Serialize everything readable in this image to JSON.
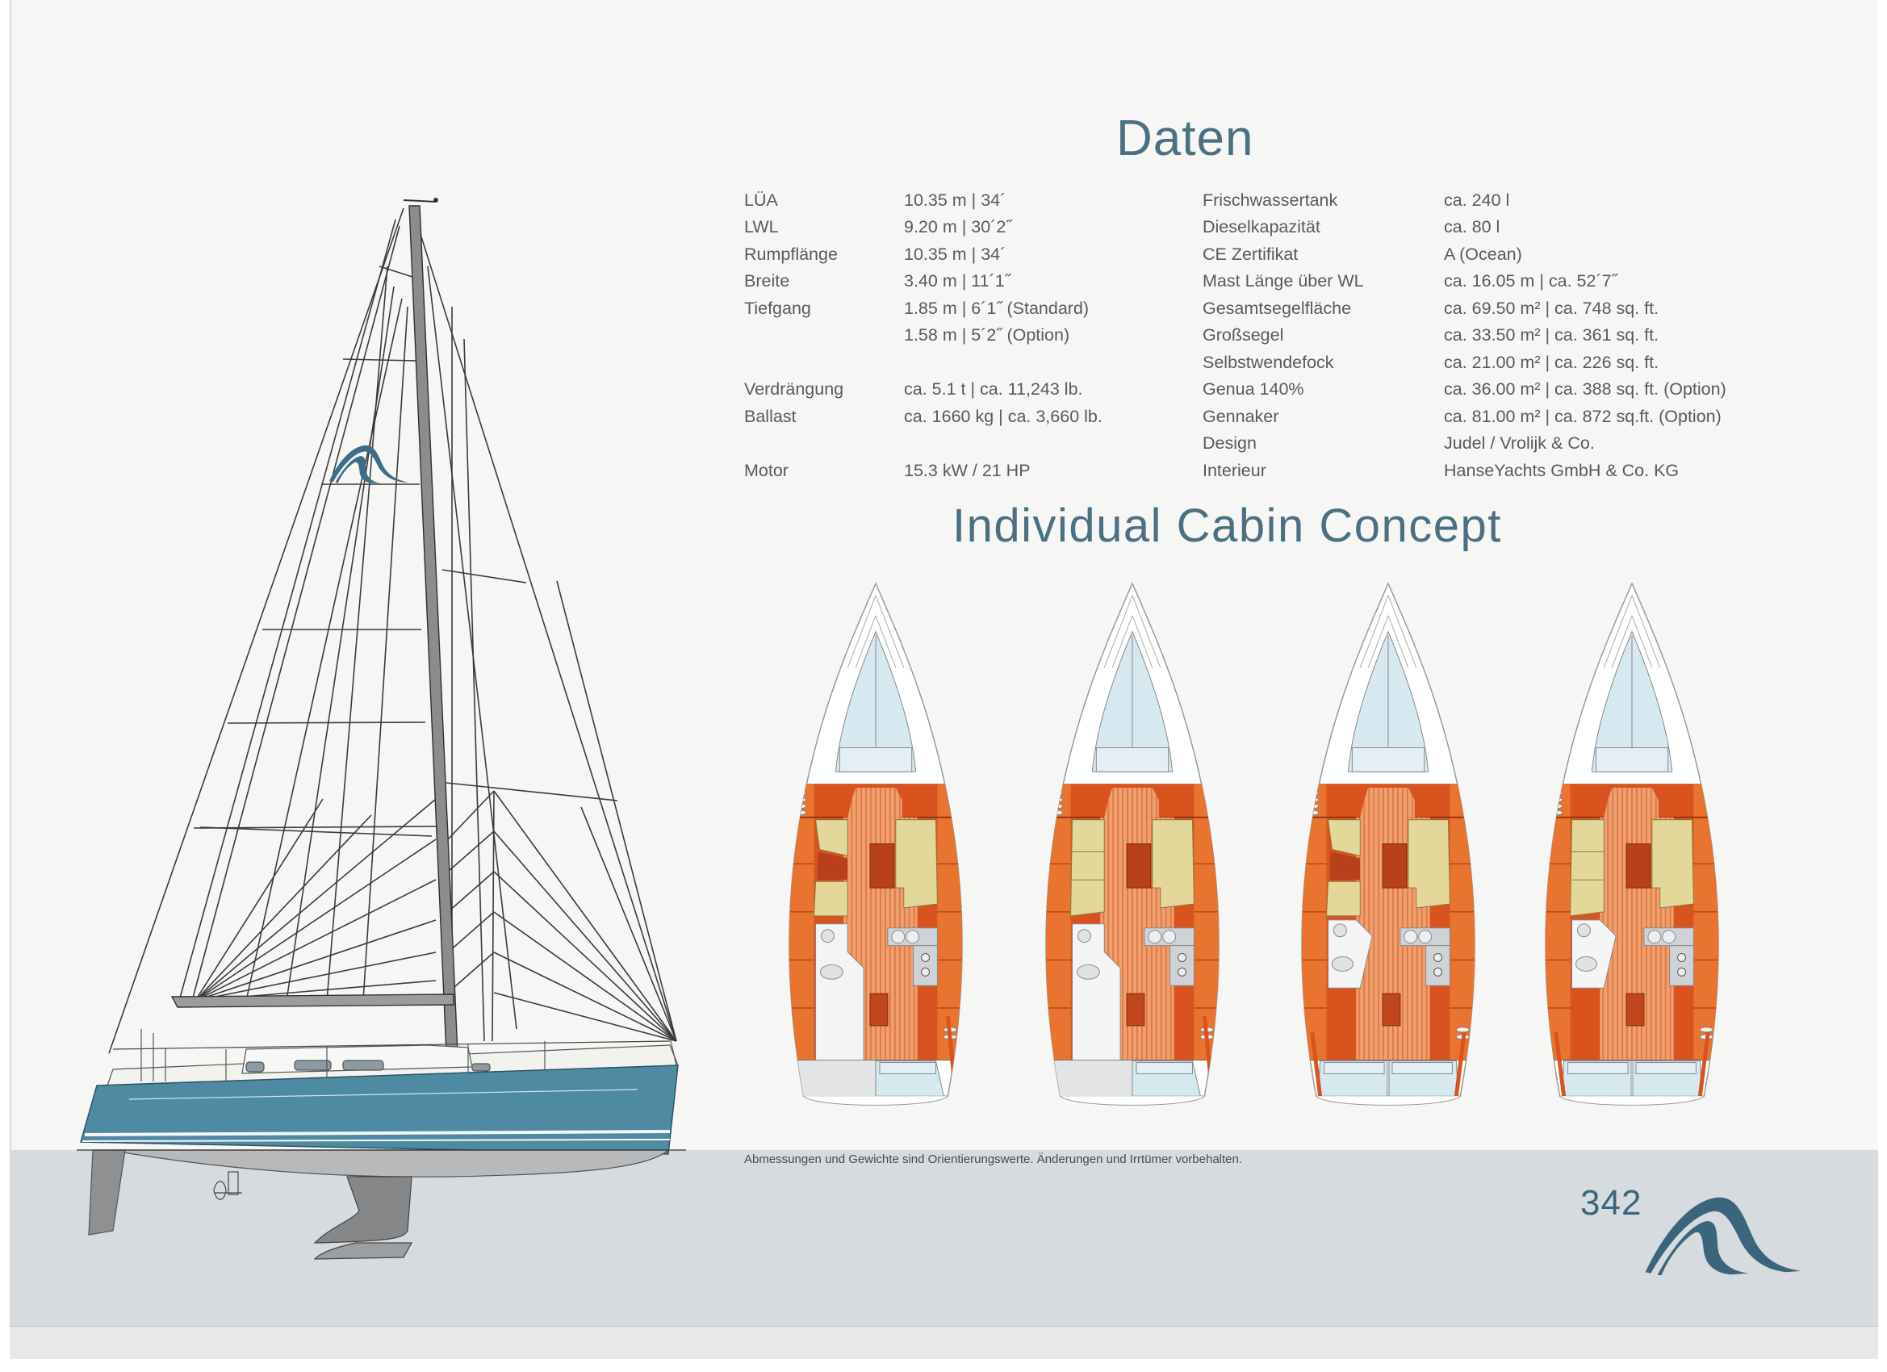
{
  "header": {
    "title": "Daten"
  },
  "specs": {
    "left": [
      {
        "label": "LÜA",
        "value": "10.35 m | 34´"
      },
      {
        "label": "LWL",
        "value": "9.20 m | 30´2˝"
      },
      {
        "label": "Rumpflänge",
        "value": "10.35 m | 34´"
      },
      {
        "label": "Breite",
        "value": "3.40 m | 11´1˝"
      },
      {
        "label": "Tiefgang",
        "value": "1.85 m | 6´1˝  (Standard)"
      },
      {
        "label": "",
        "value": "1.58 m | 5´2˝ (Option)"
      },
      {
        "label": "Verdrängung",
        "value": "ca. 5.1 t | ca. 11,243 lb."
      },
      {
        "label": "Ballast",
        "value": "ca. 1660 kg | ca. 3,660 lb."
      },
      {
        "label": "Motor",
        "value": "15.3 kW / 21 HP"
      }
    ],
    "right": [
      {
        "label": "Frischwassertank",
        "value": "ca. 240 l"
      },
      {
        "label": "Dieselkapazität",
        "value": "ca. 80 l"
      },
      {
        "label": "CE Zertifikat",
        "value": "A (Ocean)"
      },
      {
        "label": "Mast Länge über WL",
        "value": "ca. 16.05 m | ca. 52´7˝"
      },
      {
        "label": "Gesamtsegelfläche",
        "value": "ca. 69.50 m² | ca. 748 sq. ft."
      },
      {
        "label": "Großsegel",
        "value": "ca. 33.50 m² | ca. 361 sq. ft."
      },
      {
        "label": "Selbstwendefock",
        "value": "ca. 21.00 m² | ca. 226 sq. ft."
      },
      {
        "label": "Genua 140%",
        "value": "ca. 36.00 m² | ca. 388 sq. ft. (Option)"
      },
      {
        "label": "Gennaker",
        "value": "ca. 81.00 m² | ca. 872 sq.ft. (Option)"
      },
      {
        "label": "Design",
        "value": "Judel / Vrolijk & Co."
      },
      {
        "label": "Interieur",
        "value": "HanseYachts GmbH & Co. KG"
      }
    ]
  },
  "cabins": {
    "title": "Individual Cabin Concept",
    "layouts": [
      {
        "variant": "1 aft cabin, L-settee"
      },
      {
        "variant": "1 aft cabin, U-settee"
      },
      {
        "variant": "2 aft cabins, L-settee"
      },
      {
        "variant": "2 aft cabins, U-settee"
      }
    ]
  },
  "footer": {
    "disclaimer": "Abmessungen und Gewichte sind Orientierungswerte. Änderungen und Irrtümer vorbehalten.",
    "model_number": "342",
    "logo": "hanse-wave-logo"
  },
  "colors": {
    "accent": "#3c657c",
    "hull": "#4f8aa3",
    "band": "#d5dbdf",
    "wood": "#d9531f",
    "settee": "#e3d79a",
    "berth": "#d6e9f1"
  }
}
